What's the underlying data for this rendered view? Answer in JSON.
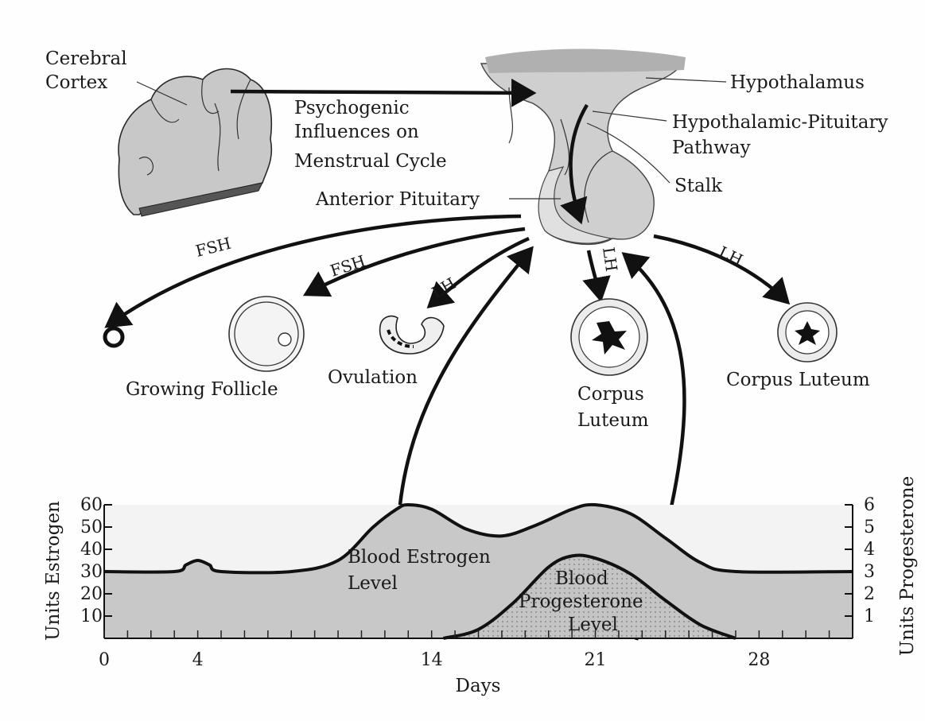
{
  "labels": {
    "cerebral_cortex_line1": "Cerebral",
    "cerebral_cortex_line2": "Cortex",
    "psychogenic_line1": "Psychogenic",
    "psychogenic_line2": "Influences on",
    "psychogenic_line3": "Menstrual Cycle",
    "hypothalamus": "Hypothalamus",
    "hp_pathway_line1": "Hypothalamic-Pituitary",
    "hp_pathway_line2": "Pathway",
    "stalk": "Stalk",
    "anterior_pituitary": "Anterior Pituitary",
    "fsh_1": "FSH",
    "fsh_2": "FSH",
    "lh_1": "LH",
    "lh_2": "LH",
    "lh_3": "LH",
    "growing_follicle": "Growing Follicle",
    "ovulation": "Ovulation",
    "corpus_luteum_1_line1": "Corpus",
    "corpus_luteum_1_line2": "Luteum",
    "corpus_luteum_2": "Corpus Luteum",
    "blood_estrogen_line1": "Blood Estrogen",
    "blood_estrogen_line2": "Level",
    "blood_progesterone_line1": "Blood",
    "blood_progesterone_line2": "Progesterone",
    "blood_progesterone_line3": "Level"
  },
  "chart_data": {
    "type": "area",
    "xlabel": "Days",
    "ylabel_left": "Units Estrogen",
    "ylabel_right": "Units Progesterone",
    "x_ticks": [
      "0",
      "4",
      "14",
      "21",
      "28"
    ],
    "left_ticks": [
      "10",
      "20",
      "30",
      "40",
      "50",
      "60"
    ],
    "right_ticks": [
      "1",
      "2",
      "3",
      "4",
      "5",
      "6"
    ],
    "xlim": [
      0,
      32
    ],
    "ylim_left": [
      0,
      60
    ],
    "ylim_right": [
      0,
      6
    ],
    "series": [
      {
        "name": "Blood Estrogen Level",
        "axis": "left",
        "x": [
          0,
          3,
          3.5,
          4,
          4.5,
          5,
          8,
          10,
          11.5,
          12.5,
          13,
          14,
          15.5,
          17,
          18.5,
          20,
          21,
          22.5,
          24,
          25.5,
          27,
          32
        ],
        "y": [
          30,
          30,
          33,
          35,
          33,
          30,
          30,
          35,
          50,
          58,
          60,
          58,
          49,
          46,
          51,
          58,
          60,
          56,
          45,
          34,
          30,
          30
        ]
      },
      {
        "name": "Blood Progesterone Level",
        "axis": "right",
        "x": [
          14.5,
          16,
          17.5,
          19,
          20,
          21,
          22.5,
          24,
          25.5,
          27
        ],
        "y": [
          0,
          0.4,
          1.6,
          3.2,
          3.7,
          3.6,
          2.9,
          1.7,
          0.6,
          0
        ]
      }
    ]
  }
}
